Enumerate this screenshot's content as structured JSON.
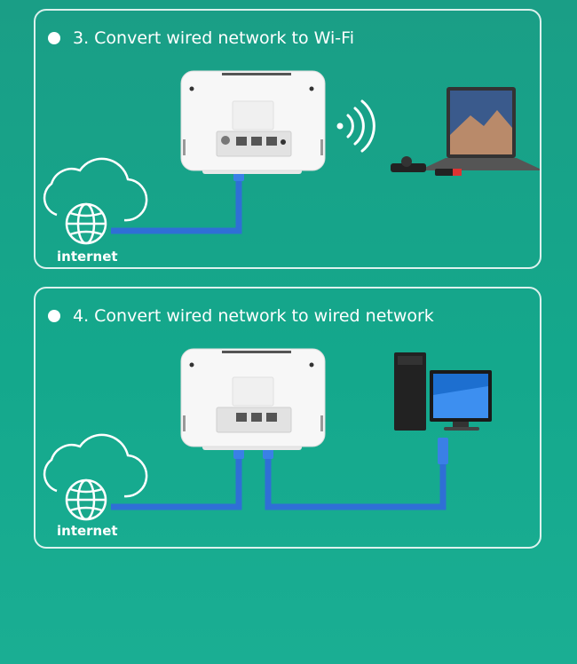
{
  "panels": [
    {
      "title": "3. Convert wired network to Wi-Fi",
      "internet_label": "internet"
    },
    {
      "title": "4. Convert wired network to wired network",
      "internet_label": "internet"
    }
  ],
  "icons": [
    "cloud-icon",
    "globe-icon",
    "router",
    "ethernet-cable",
    "wifi-signal-icon",
    "laptop",
    "desktop-computer"
  ],
  "colors": {
    "background": "#14a88c",
    "cable": "#2f6fd6",
    "panel_border": "#ffffff"
  }
}
